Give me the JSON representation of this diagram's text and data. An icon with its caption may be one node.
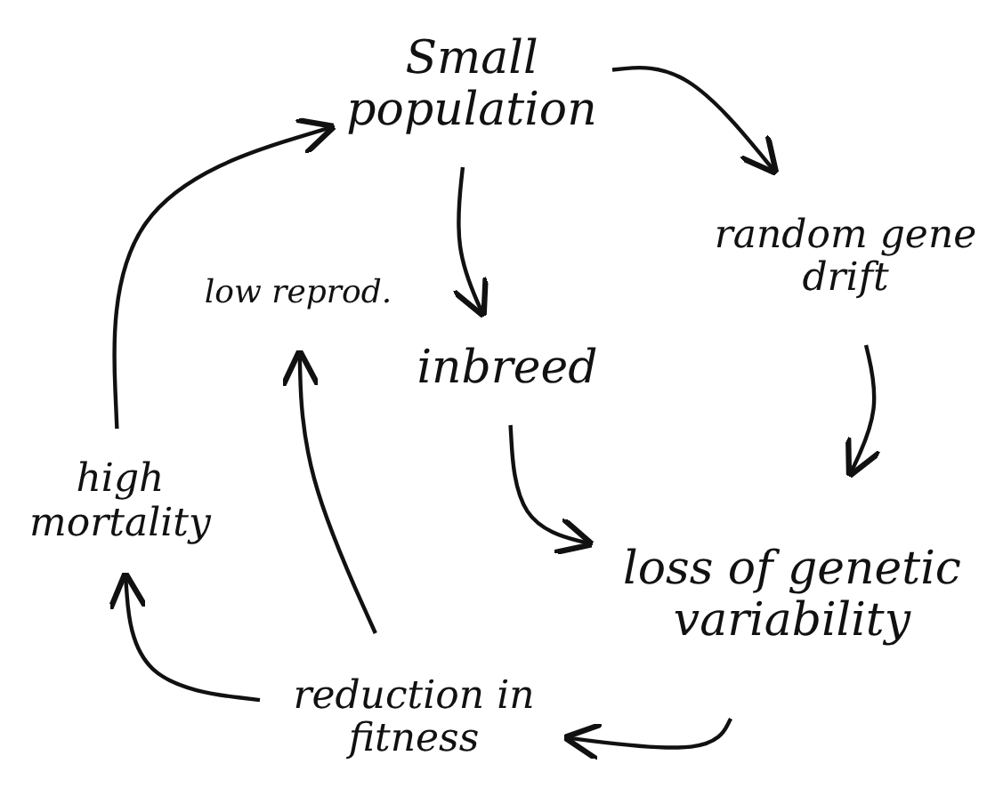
{
  "diagram": {
    "nodes": [
      {
        "text": [
          "Small population"
        ]
      },
      {
        "text": [
          "random gene drift"
        ]
      },
      {
        "text": [
          "inbreed"
        ]
      },
      {
        "text": [
          "loss of genetic variability"
        ]
      },
      {
        "text": [
          "reduction in fitness"
        ]
      },
      {
        "text": [
          "high mortality"
        ]
      },
      {
        "text": [
          "low reprod."
        ]
      }
    ],
    "edges": [
      {
        "from": 0,
        "to": 1,
        "arrow": "to"
      },
      {
        "from": 0,
        "to": 2,
        "arrow": "to"
      },
      {
        "from": 1,
        "to": 3,
        "arrow": "to"
      },
      {
        "from": 2,
        "to": 3,
        "arrow": "to"
      },
      {
        "from": 3,
        "to": 4,
        "arrow": "to"
      },
      {
        "from": 4,
        "to": 5,
        "arrow": "to"
      },
      {
        "from": 4,
        "to": 6,
        "arrow": "to"
      },
      {
        "from": 5,
        "to": 0,
        "arrow": "to"
      }
    ]
  }
}
